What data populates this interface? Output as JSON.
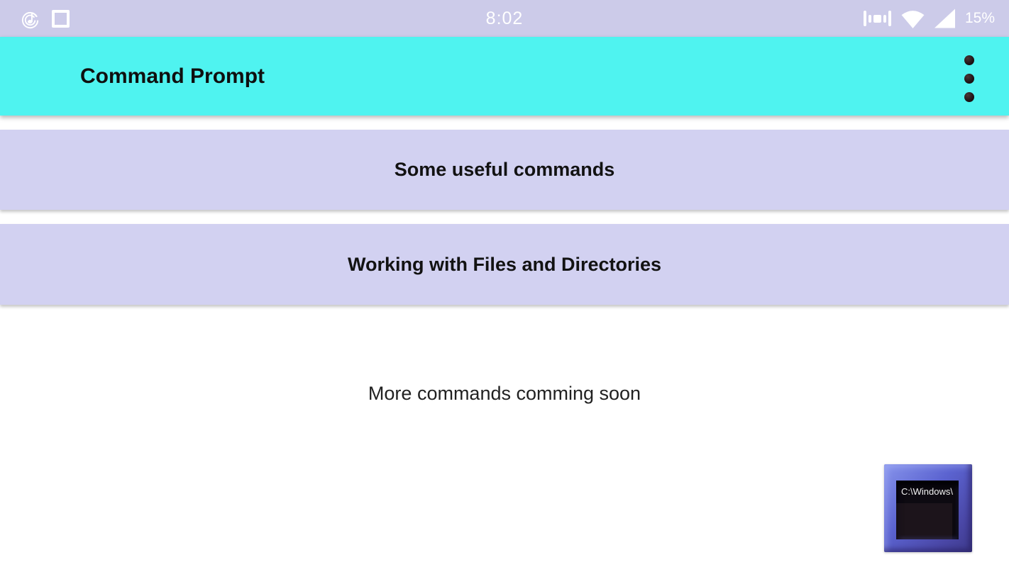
{
  "status_bar": {
    "time": "8:02",
    "battery_percent": "15%",
    "left_icons": [
      "music-notification-icon",
      "square-notification-icon"
    ],
    "right_icons": [
      "vibrate-icon",
      "wifi-icon",
      "cellular-signal-icon"
    ]
  },
  "app_bar": {
    "title": "Command Prompt",
    "overflow_menu_icon": "three-dot-menu-icon"
  },
  "menu_items": [
    {
      "label": "Some useful commands"
    },
    {
      "label": "Working with Files and Directories"
    }
  ],
  "content": {
    "coming_soon": "More commands comming soon"
  },
  "floating_icon": {
    "screen_text": "C:\\Windows\\"
  },
  "colors": {
    "status_bar_bg": "#cccbe9",
    "app_bar_bg": "#4ff3f0",
    "menu_item_bg": "#d2d1f1",
    "page_bg": "#ffffff",
    "title_text": "#0f0f0f"
  }
}
